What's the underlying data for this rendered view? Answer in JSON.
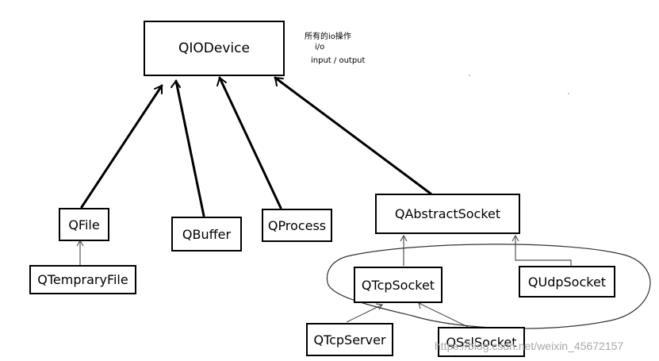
{
  "diagram": {
    "root": {
      "label": "QIODevice"
    },
    "classes": {
      "qfile": "QFile",
      "qtemprary_file": "QTempraryFile",
      "qbuffer": "QBuffer",
      "qprocess": "QProcess",
      "qabstract_socket": "QAbstractSocket",
      "qtcp_socket": "QTcpSocket",
      "qudp_socket": "QUdpSocket",
      "qtcp_server": "QTcpServer",
      "qssl_socket": "QSslSocket"
    },
    "note": {
      "line1": "所有的io操作",
      "line2": "i/o",
      "line3": "input / output"
    },
    "edges": [
      {
        "from": "QFile",
        "to": "QIODevice"
      },
      {
        "from": "QBuffer",
        "to": "QIODevice"
      },
      {
        "from": "QProcess",
        "to": "QIODevice"
      },
      {
        "from": "QAbstractSocket",
        "to": "QIODevice"
      },
      {
        "from": "QTempraryFile",
        "to": "QFile"
      },
      {
        "from": "QTcpSocket",
        "to": "QAbstractSocket"
      },
      {
        "from": "QUdpSocket",
        "to": "QAbstractSocket"
      },
      {
        "from": "QTcpServer",
        "to": "QTcpSocket"
      },
      {
        "from": "QSslSocket",
        "to": "QTcpSocket"
      }
    ],
    "grouping": "QTcpSocket, QUdpSocket and QSslSocket circled"
  },
  "watermark": "https://blog.csdn.net/weixin_45672157",
  "colors": {
    "ink": "#000000",
    "background": "#ffffff",
    "watermark": "#a8a8a8"
  }
}
